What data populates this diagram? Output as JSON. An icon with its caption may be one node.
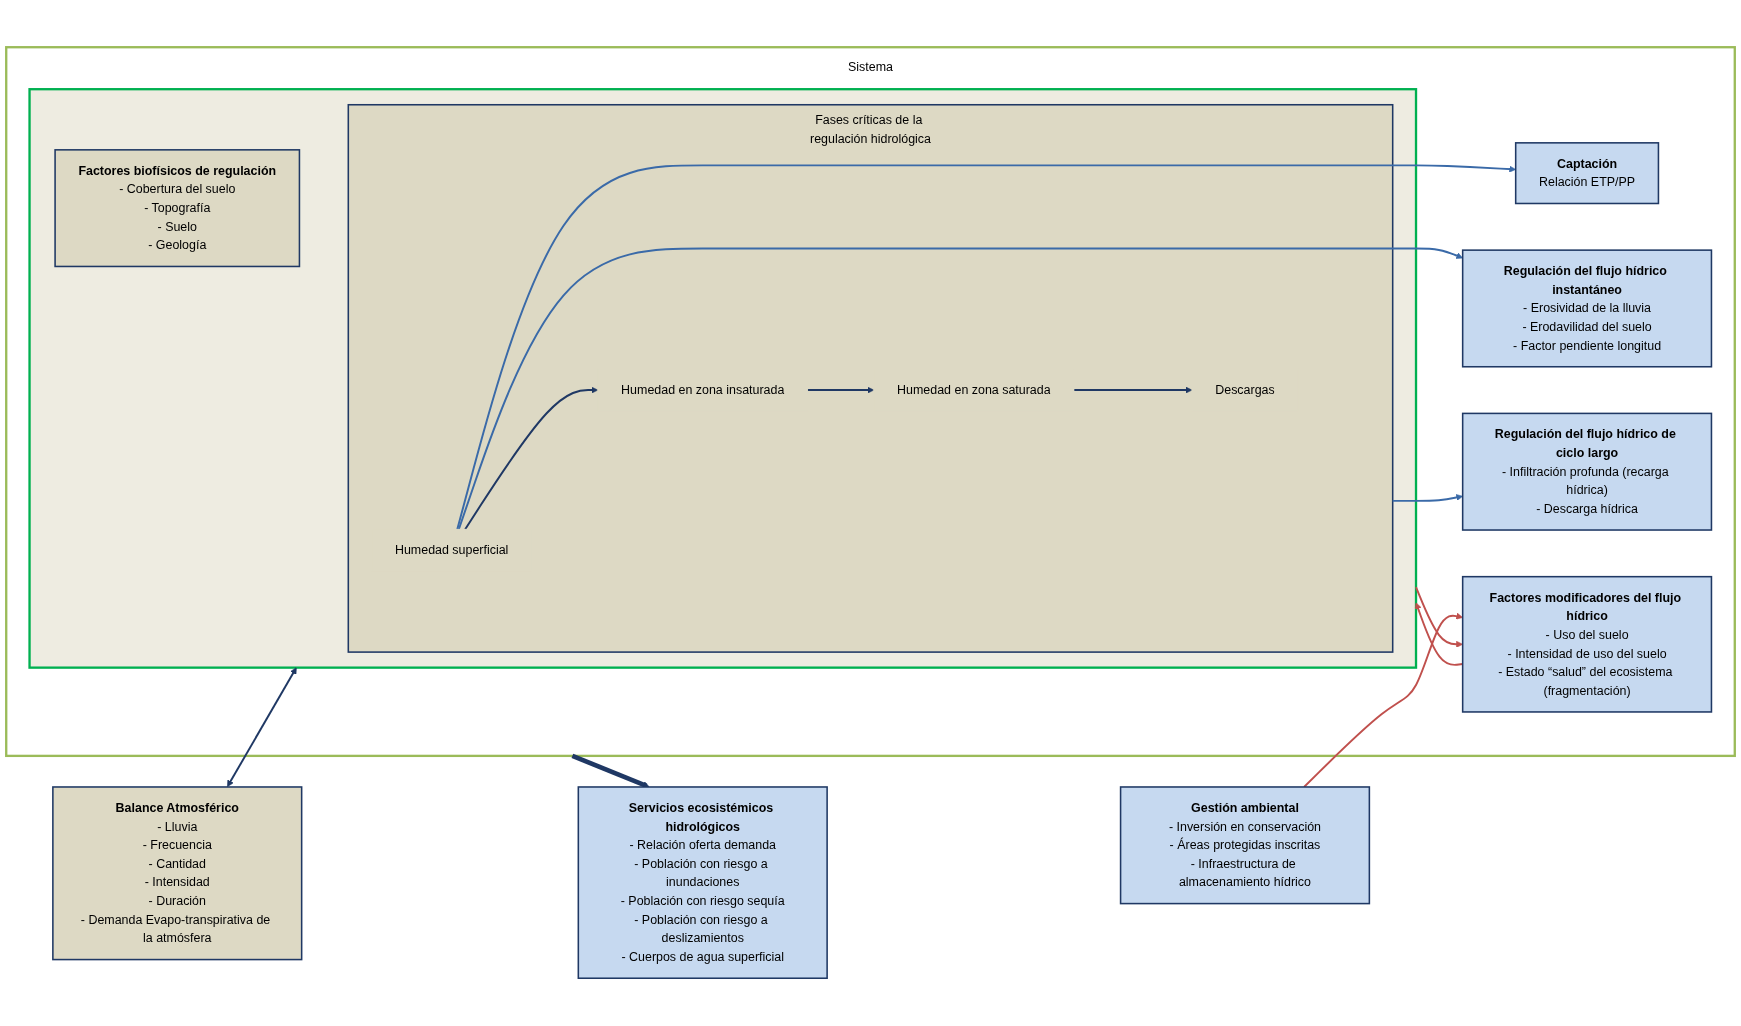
{
  "diagram": {
    "nodes": [
      {
        "text": [
          "Sistema"
        ]
      },
      {
        "text": [],
        "shape": "box",
        "in": 0
      },
      {
        "text": [
          "Factores biofísicos de regulación",
          "- Cobertura del suelo",
          "- Topografía",
          "- Suelo",
          "- Geología"
        ],
        "in": 1
      },
      {
        "text": [
          "Fases críticas de la regulación hidrológica"
        ],
        "in": 1
      },
      {
        "text": [
          "Humedad superficial"
        ],
        "in": 3
      },
      {
        "text": [
          "Humedad en zona insaturada"
        ],
        "in": 3
      },
      {
        "text": [
          "Humedad en zona saturada"
        ],
        "in": 3
      },
      {
        "text": [
          "Descargas"
        ],
        "in": 3
      },
      {
        "text": [
          "Captación",
          "Relación ETP/PP"
        ],
        "in": 0
      },
      {
        "text": [
          "Regulación del flujo hídrico instantáneo",
          "- Erosividad de la lluvia",
          "- Erodavilidad del suelo",
          "- Factor pendiente longitud"
        ],
        "in": 0
      },
      {
        "text": [
          "Regulación del flujo hídrico de ciclo largo",
          "- Infiltración profunda (recarga hídrica)",
          "- Descarga hídrica"
        ],
        "in": 0
      },
      {
        "text": [
          "Factores modificadores del flujo hídrico",
          "- Uso del suelo",
          "- Intensidad de uso del suelo",
          "- Estado “salud” del ecosistema (fragmentación)"
        ],
        "in": 0
      },
      {
        "text": [
          "Balance Atmosférico",
          "- Lluvia",
          "- Frecuencia",
          "- Cantidad",
          "- Intensidad",
          "- Duración",
          "- Demanda Evapo-transpirativa de la atmósfera"
        ]
      },
      {
        "text": [
          "Gestión ambiental",
          "- Inversión en conservación",
          "- Áreas protegidas inscritas",
          "- Infraestructura de almacenamiento hídrico"
        ]
      },
      {
        "text": [
          "Servicios ecosistémicos hidrológicos",
          "- Relación oferta demanda",
          "- Población con riesgo a inundaciones",
          "- Población con riesgo sequía",
          "- Población con riesgo a deslizamientos",
          "- Cuerpos de agua superficial"
        ]
      }
    ],
    "edges": [
      {
        "from": 12,
        "to": 1,
        "arrow": "both",
        "color": "#1f3864"
      },
      {
        "from": 4,
        "to": 5,
        "arrow": "to",
        "color": "#1f3864"
      },
      {
        "from": 5,
        "to": 6,
        "arrow": "to",
        "color": "#1f3864"
      },
      {
        "from": 6,
        "to": 7,
        "arrow": "to",
        "color": "#1f3864"
      },
      {
        "from": 4,
        "to": 8,
        "arrow": "to"
      },
      {
        "from": 4,
        "to": 9,
        "arrow": "to"
      },
      {
        "from": 3,
        "to": 10,
        "arrow": "to"
      },
      {
        "from": 0,
        "to": 14,
        "arrow": "to",
        "style": "thick",
        "color": "#1f3864"
      },
      {
        "from": 13,
        "to": 11,
        "arrow": "to",
        "color": "#c0504d"
      },
      {
        "from": 11,
        "to": 1,
        "arrow": "to",
        "color": "#c0504d"
      },
      {
        "from": 1,
        "to": 11,
        "arrow": "to",
        "color": "#c0504d"
      }
    ]
  }
}
